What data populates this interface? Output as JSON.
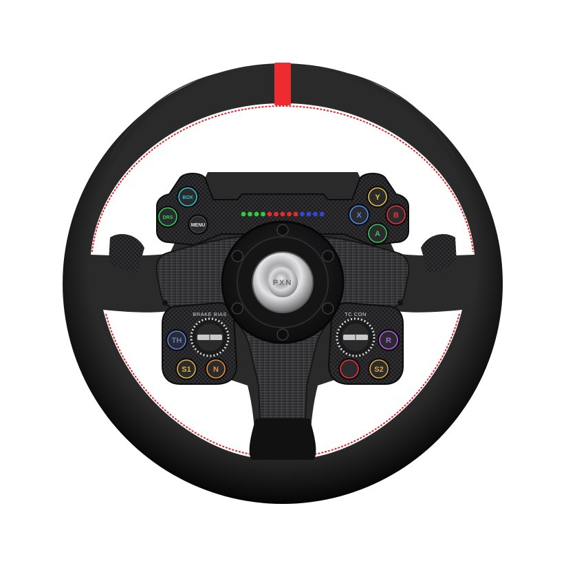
{
  "colors": {
    "leather": "#151515",
    "stitch": "#e0242a",
    "top_marker": "#ee2b2f",
    "plate": "#3e3e40",
    "plate_dark": "#232325",
    "hub": "#1b1b1c",
    "chrome": "#c9c9cb",
    "carbon": "#262628"
  },
  "branding": {
    "hub_logo": "PXN"
  },
  "labels": {
    "brake_bias": "BRAKE BIAS",
    "tc_con": "TC CON"
  },
  "buttons": {
    "box": {
      "label": "BOX",
      "color": "#2bc5c8"
    },
    "drs": {
      "label": "DRS",
      "color": "#2fcf5b"
    },
    "menu": {
      "label": "MENU",
      "color": "#e8e8e8"
    },
    "y": {
      "label": "Y",
      "color": "#e5c53a"
    },
    "x": {
      "label": "X",
      "color": "#4a8df0"
    },
    "b": {
      "label": "B",
      "color": "#e8333a"
    },
    "a": {
      "label": "A",
      "color": "#39c65a"
    },
    "th": {
      "label": "TH",
      "color": "#5a7fe0"
    },
    "r": {
      "label": "R",
      "color": "#b462e8"
    },
    "s1": {
      "label": "S1",
      "color": "#e0b642"
    },
    "n": {
      "label": "N",
      "color": "#e8903a"
    },
    "red_btn": {
      "label": "",
      "color": "#e8333a"
    },
    "s2": {
      "label": "S2",
      "color": "#e0a642"
    }
  },
  "rev_leds": [
    "#35c93f",
    "#35c93f",
    "#35c93f",
    "#35c93f",
    "#e32c2c",
    "#e32c2c",
    "#e32c2c",
    "#e32c2c",
    "#e32c2c",
    "#2d49d6",
    "#2d49d6",
    "#2d49d6",
    "#2d49d6"
  ]
}
